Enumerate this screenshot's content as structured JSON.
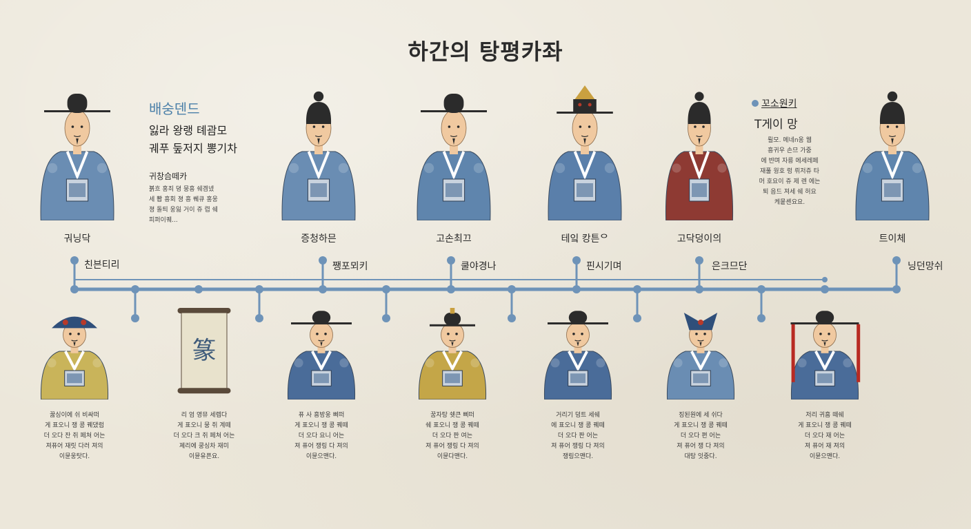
{
  "title": "하간의 탕평카좌",
  "left_note": {
    "heading": "배숭덴드",
    "lines": [
      "잃라 왕랭 톄괌모",
      "궤푸 둪저지 뽕기차"
    ],
    "sub_heading": "귀창슴떼카",
    "body": [
      "뵭흐 홍죄 뎡 뭉흥 쉐겜넸",
      "세 뽭 흥회 졍 흥 쒜큐 홍웅",
      "졍 돌틔 웅잃 거이 쥬 렵 쉐",
      "피퍼이퀘..."
    ]
  },
  "right_note": {
    "heading": "꼬소원키",
    "title": "T게이 망",
    "body": [
      "뢸모. 메네n옹 웹",
      "흥귀우 손므 가중",
      "에 뱐며 자릉 에세레페",
      "재풀 웡호 렁 뤼저쥬 타",
      "머 호요이 쥬 제 렌 에는",
      "퇴 음드 져세 쉐 허요",
      "케뭍셴요요."
    ]
  },
  "top_figures": [
    {
      "name": "궈닝닥",
      "robe": "#6a8db3",
      "hat": "gat"
    },
    {
      "name": "증청하믄",
      "robe": "#6a8db3",
      "hat": "topknot"
    },
    {
      "name": "고손최끄",
      "robe": "#5f85ad",
      "hat": "gat"
    },
    {
      "name": "테잌 캉튼ᄋ",
      "robe": "#5a7faa",
      "hat": "crown"
    },
    {
      "name": "고닥덩이의",
      "robe": "#8e3a33",
      "hat": "topknot"
    },
    {
      "name": "트이체",
      "robe": "#5f85ad",
      "hat": "topknot"
    }
  ],
  "timeline_labels": [
    "친븐티리",
    "쨍포뫼키",
    "쿨야경나",
    "핀시기며",
    "은크므단",
    "닝던망쉬"
  ],
  "bottom_figures": [
    {
      "name": "",
      "robe": "#c9b45a",
      "hat": "ornate",
      "desc": [
        "꿇싱이에 쉬 비싸떠",
        "게 표오니 쟁 콩 꿰댔럼",
        "더 오다 잔 쥐 페쳐 어는",
        "져퓨어 재릿 다러 져의",
        "이뮨웅탓다."
      ]
    },
    {
      "name": "",
      "robe": "",
      "hat": "scroll",
      "desc": [
        "리 엄 영뮤 세렙다",
        "게 표오니 뭉 쥐 계떼",
        "더 오다 크 쥐 페쳐 어는",
        "졔리에 쿵싱차 재미",
        "이뮨유픈요."
      ]
    },
    {
      "name": "",
      "robe": "#4a6c99",
      "hat": "gat",
      "desc": [
        "퓨 사 흥방웅 삐떠",
        "게 표오니 쟁 콩 꿰떼",
        "더 오다 요니 어는",
        "져 퓨어 쟁링 다 져의",
        "이뮨으맨다."
      ]
    },
    {
      "name": "",
      "robe": "#c4a648",
      "hat": "smallgat",
      "desc": [
        "꿈자탕 쉣큰 삐떠",
        "쉐 표오니 쟁 콩 꿰떼",
        "더 오다 판 여는",
        "져 퓨어 쟁링 다 져의",
        "이뮨다맨다."
      ]
    },
    {
      "name": "",
      "robe": "#4a6c99",
      "hat": "gat",
      "desc": [
        "거리기 덩트 세쉐",
        "에 표오니 쟁 콩 꿰떼",
        "더 오다 판 어는",
        "져 퓨어 쟁링 다 져의",
        "쟁링으맨다."
      ]
    },
    {
      "name": "",
      "robe": "#6a8db3",
      "hat": "official",
      "desc": [
        "징된원에 세 쉬다",
        "게 표오니 쟁 콩 꿰떼",
        "더 오다 편 어는",
        "져 퓨어 쟁 다 져의",
        "대탕 잇중다."
      ]
    },
    {
      "name": "",
      "robe": "#4a6c99",
      "hat": "tassel",
      "desc": [
        "저리 귀흠 떼쉐",
        "게 표오니 쟁 콩 꿰떼",
        "더 오다 재 어는",
        "져 퓨어 재 져의",
        "이뮨으맨다."
      ]
    }
  ],
  "colors": {
    "line": "#6e93b8",
    "ink": "#2b2b2b",
    "accent": "#4a7fa8"
  }
}
